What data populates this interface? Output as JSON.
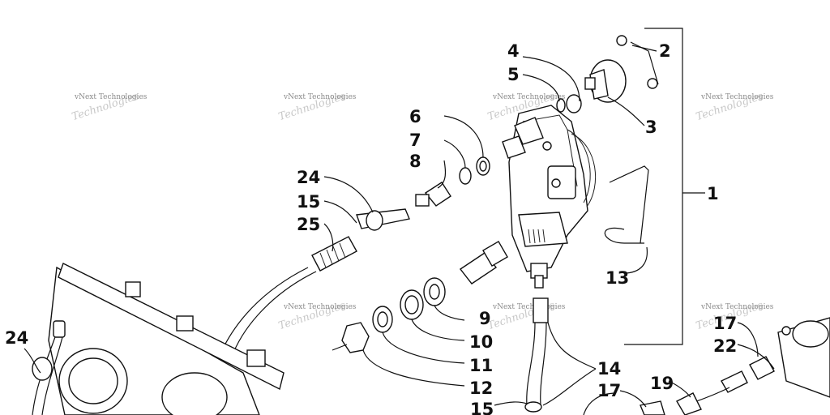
{
  "diagram": {
    "callouts": {
      "c1": "1",
      "c2": "2",
      "c3": "3",
      "c4": "4",
      "c5": "5",
      "c6": "6",
      "c7": "7",
      "c8": "8",
      "c9": "9",
      "c10": "10",
      "c11": "11",
      "c12": "12",
      "c13": "13",
      "c14": "14",
      "c15a": "15",
      "c15b": "15",
      "c17a": "17",
      "c17b": "17",
      "c19": "19",
      "c22": "22",
      "c24a": "24",
      "c24b": "24",
      "c25": "25"
    },
    "watermark": "vNext Technologies"
  }
}
